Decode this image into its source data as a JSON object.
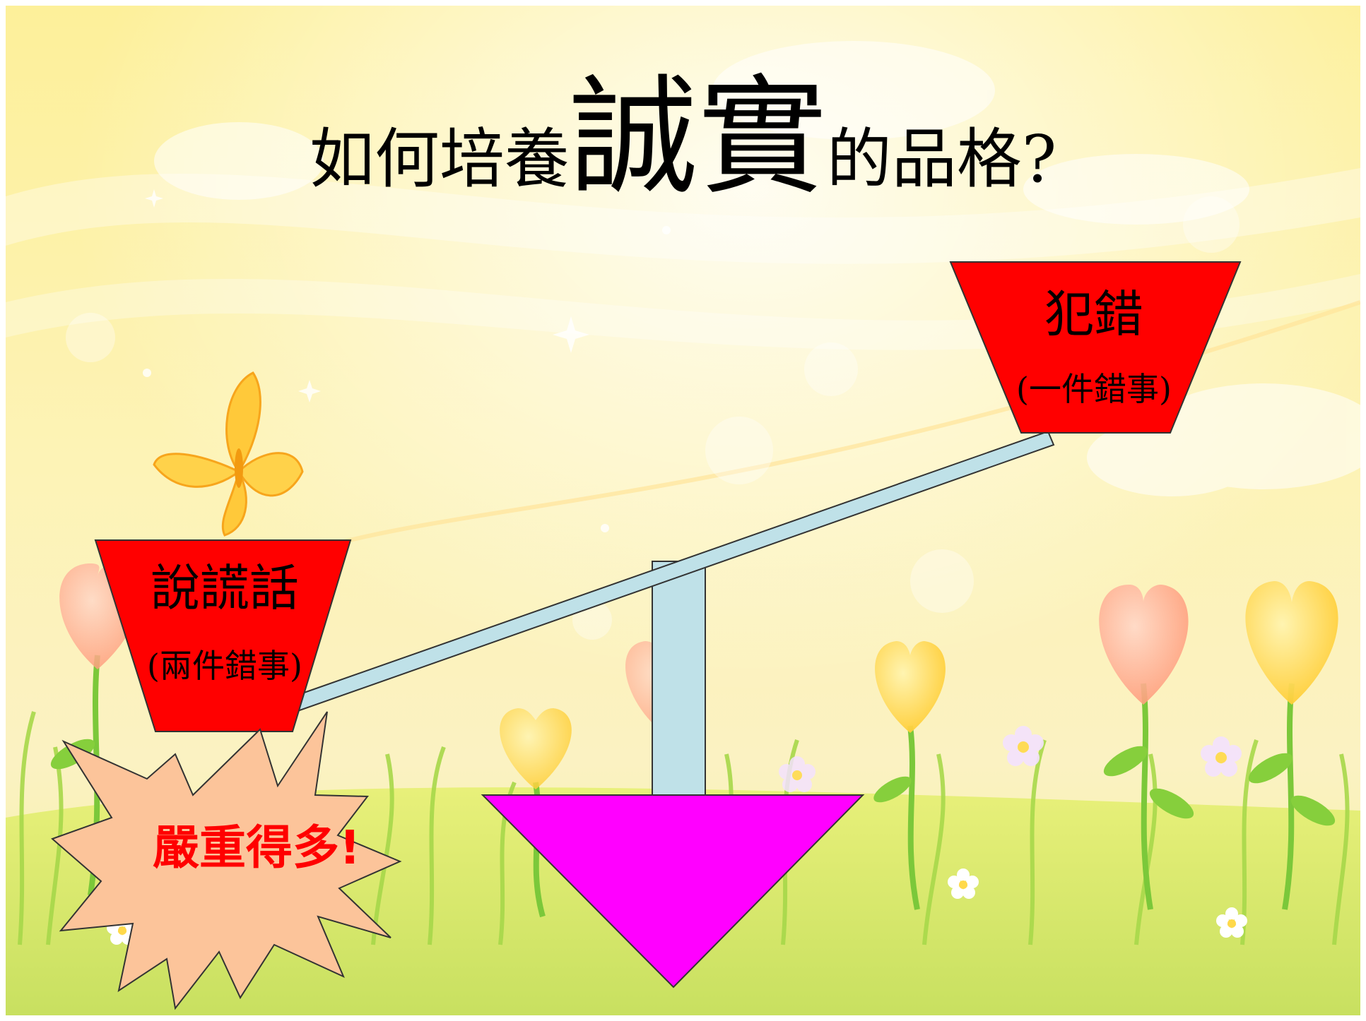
{
  "title": {
    "prefix": "如何培養",
    "emphasis": "誠實",
    "suffix": "的品格?"
  },
  "left_cup": {
    "label": "說謊話",
    "sublabel": "(兩件錯事)"
  },
  "right_cup": {
    "label": "犯錯",
    "sublabel": "(一件錯事)"
  },
  "callout": {
    "text": "嚴重得多!"
  },
  "colors": {
    "cup_fill": "#ff0000",
    "beam_fill": "#bfe1e8",
    "fulcrum_fill": "#ff00ff",
    "burst_fill": "#fcc49a",
    "callout_text": "#ff0000",
    "sky_top": "#fdf3a0",
    "grass": "#d6ec66"
  },
  "icons": {
    "butterfly": "butterfly-icon",
    "flower": "heart-flower-icon",
    "daisy": "daisy-icon",
    "sparkle": "sparkle-icon"
  }
}
